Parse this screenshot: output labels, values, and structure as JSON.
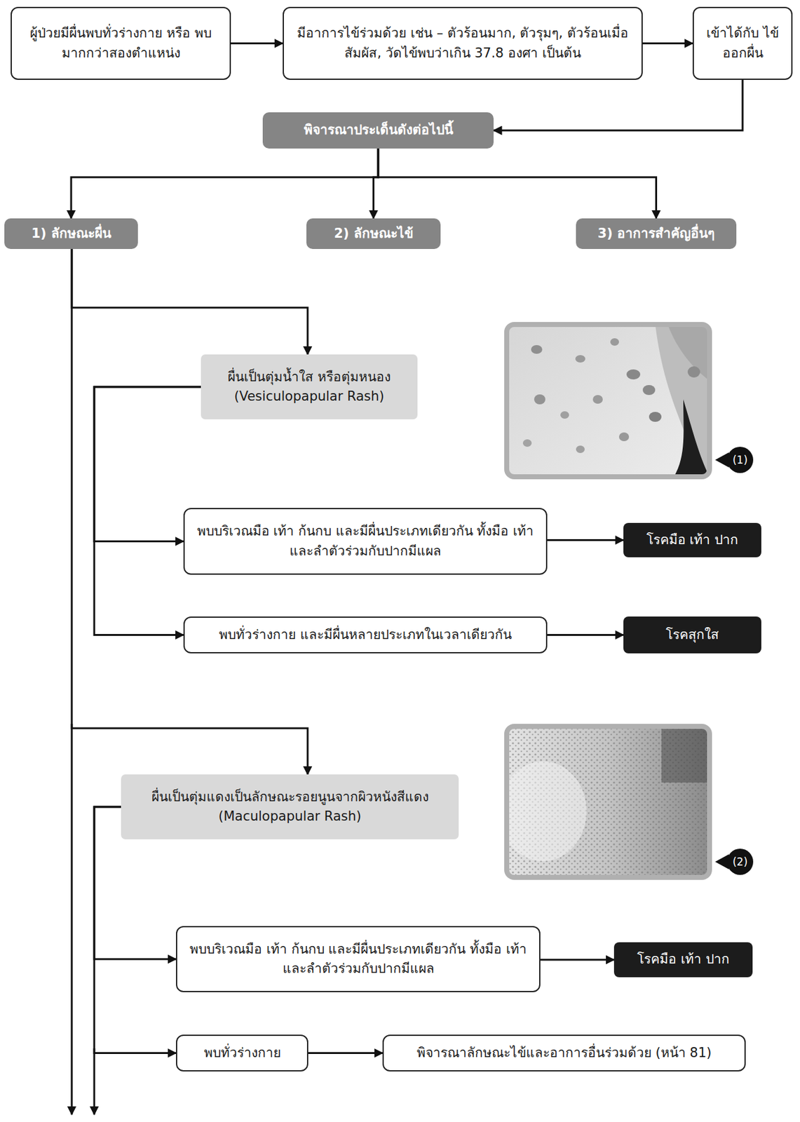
{
  "diagram": {
    "nodes": [
      {
        "text": [
          "ผู้ป่วยมีผื่นพบทั่วร่างกาย หรือ พบมากกว่าสองตำแหน่ง"
        ]
      },
      {
        "text": [
          "มีอาการไข้ร่วมด้วย เช่น – ตัวร้อนมาก, ตัวรุมๆ, ตัวร้อนเมื่อสัมผัส, วัดไข้พบว่าเกิน 37.8 องศา เป็นต้น"
        ]
      },
      {
        "text": [
          "เข้าได้กับ ไข้ออกผื่น"
        ]
      },
      {
        "text": [
          "พิจารณาประเด็นดังต่อไปนี้"
        ]
      },
      {
        "text": [
          "1) ลักษณะผื่น"
        ]
      },
      {
        "text": [
          "2) ลักษณะไข้"
        ]
      },
      {
        "text": [
          "3) อาการสำคัญอื่นๆ"
        ]
      },
      {
        "text": [
          "ผื่นเป็นตุ่มน้ำใส หรือตุ่มหนอง (Vesiculopapular Rash)"
        ]
      },
      {
        "text": [
          "พบบริเวณมือ เท้า ก้นกบ และมีผื่นประเภทเดียวกัน ทั้งมือ เท้า และลำตัวร่วมกับปากมีแผล"
        ]
      },
      {
        "text": [
          "โรคมือ เท้า ปาก"
        ]
      },
      {
        "text": [
          "พบทั่วร่างกาย และมีผื่นหลายประเภทในเวลาเดียวกัน"
        ]
      },
      {
        "text": [
          "โรคสุกใส"
        ]
      },
      {
        "text": [
          "ผื่นเป็นตุ่มแดงเป็นลักษณะรอยนูนจากผิวหนังสีแดง (Maculopapular Rash)"
        ]
      },
      {
        "text": [
          "พบบริเวณมือ เท้า ก้นกบ และมีผื่นประเภทเดียวกัน ทั้งมือ เท้า และลำตัวร่วมกับปากมีแผล"
        ]
      },
      {
        "text": [
          "โรคมือ เท้า ปาก"
        ]
      },
      {
        "text": [
          "พบทั่วร่างกาย"
        ]
      },
      {
        "text": [
          "พิจารณาลักษณะไข้และอาการอื่นร่วมด้วย (หน้า 81)"
        ]
      }
    ],
    "edges": [
      {
        "from": 0,
        "to": 1,
        "arrow": "to"
      },
      {
        "from": 1,
        "to": 2,
        "arrow": "to"
      },
      {
        "from": 2,
        "to": 3,
        "arrow": "to"
      },
      {
        "from": 3,
        "to": 4,
        "arrow": "to"
      },
      {
        "from": 3,
        "to": 5,
        "arrow": "to"
      },
      {
        "from": 3,
        "to": 6,
        "arrow": "to"
      },
      {
        "from": 4,
        "to": 7,
        "arrow": "to"
      },
      {
        "from": 7,
        "to": 8,
        "arrow": "to"
      },
      {
        "from": 7,
        "to": 10,
        "arrow": "to"
      },
      {
        "from": 8,
        "to": 9,
        "arrow": "to"
      },
      {
        "from": 10,
        "to": 11,
        "arrow": "to"
      },
      {
        "from": 4,
        "to": 12,
        "arrow": "to"
      },
      {
        "from": 12,
        "to": 13,
        "arrow": "to"
      },
      {
        "from": 12,
        "to": 15,
        "arrow": "to"
      },
      {
        "from": 13,
        "to": 14,
        "arrow": "to"
      },
      {
        "from": 15,
        "to": 16,
        "arrow": "to"
      }
    ],
    "labels": [
      "(1)",
      "(2)"
    ]
  }
}
